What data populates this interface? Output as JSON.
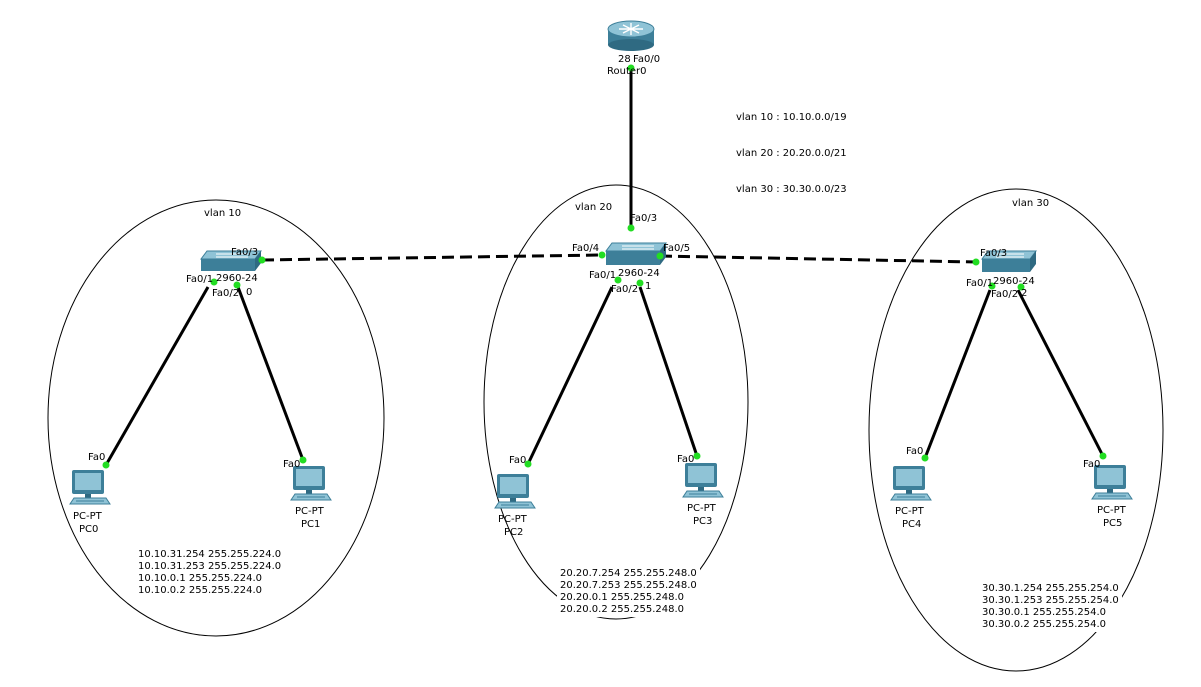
{
  "vlan_notes": [
    "vlan 10 : 10.10.0.0/19",
    "vlan 20 : 20.20.0.0/21",
    "vlan 30 : 30.30.0.0/23"
  ],
  "zones": [
    {
      "label": "vlan 10"
    },
    {
      "label": "vlan 20"
    },
    {
      "label": "vlan 30"
    }
  ],
  "router": {
    "name": "Router0",
    "model_fragment": "28",
    "port": "Fa0/0"
  },
  "switches": [
    {
      "model": "2960-24",
      "name_fragment": "0",
      "ports": [
        "Fa0/3",
        "Fa0/1",
        "Fa0/2"
      ]
    },
    {
      "model": "2960-24",
      "name_fragment": "1",
      "ports": [
        "Fa0/4",
        "Fa0/3",
        "Fa0/5",
        "Fa0/1",
        "Fa0/2"
      ]
    },
    {
      "model": "2960-24",
      "name_fragment": "2",
      "ports": [
        "Fa0/3",
        "Fa0/1",
        "Fa0/2"
      ]
    }
  ],
  "pcs": [
    {
      "type": "PC-PT",
      "name": "PC0",
      "port": "Fa0"
    },
    {
      "type": "PC-PT",
      "name": "PC1",
      "port": "Fa0"
    },
    {
      "type": "PC-PT",
      "name": "PC2",
      "port": "Fa0"
    },
    {
      "type": "PC-PT",
      "name": "PC3",
      "port": "Fa0"
    },
    {
      "type": "PC-PT",
      "name": "PC4",
      "port": "Fa0"
    },
    {
      "type": "PC-PT",
      "name": "PC5",
      "port": "Fa0"
    }
  ],
  "ip_tables": [
    [
      "10.10.31.254 255.255.224.0",
      "10.10.31.253 255.255.224.0",
      "10.10.0.1 255.255.224.0",
      "10.10.0.2 255.255.224.0"
    ],
    [
      "20.20.7.254 255.255.248.0",
      "20.20.7.253 255.255.248.0",
      "20.20.0.1 255.255.248.0",
      "20.20.0.2 255.255.248.0"
    ],
    [
      "30.30.1.254 255.255.254.0",
      "30.30.1.253 255.255.254.0",
      "30.30.0.1 255.255.254.0",
      "30.30.0.2 255.255.254.0"
    ]
  ],
  "colors": {
    "link": "#000000",
    "port_dot": "#22dd22",
    "device": "#3d7f99",
    "device_light": "#8fc3d6"
  }
}
